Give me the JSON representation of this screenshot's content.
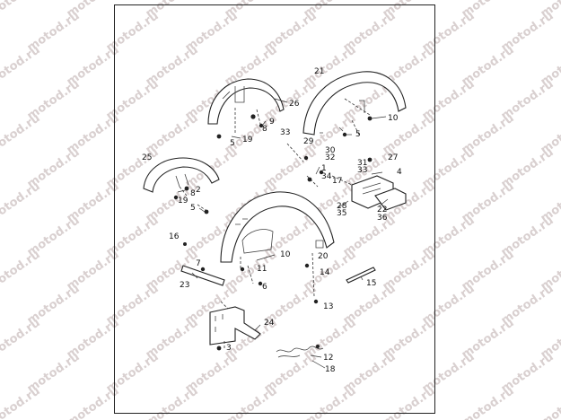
{
  "watermark": {
    "text": "motod.ru",
    "color": "#d9d0d0"
  },
  "labels": {
    "n21": "21",
    "n26": "26",
    "n10a": "10",
    "n9": "9",
    "n8a": "8",
    "n19a": "19",
    "n5a": "5",
    "n33a": "33",
    "n5b": "5",
    "n29": "29",
    "n30": "30",
    "n32": "32",
    "n25": "25",
    "n1": "1",
    "n34": "34",
    "n31": "31",
    "n33b": "33",
    "n27": "27",
    "n4": "4",
    "n17": "17",
    "n2": "2",
    "n8b": "8",
    "n19b": "19",
    "n5c": "5",
    "n28": "28",
    "n35": "35",
    "n22": "22",
    "n36": "36",
    "n16": "16",
    "n20": "20",
    "n10b": "10",
    "n7": "7",
    "n11": "11",
    "n14": "14",
    "n15": "15",
    "n23": "23",
    "n6": "6",
    "n13": "13",
    "n24": "24",
    "n3": "3",
    "n12": "12",
    "n18": "18"
  }
}
